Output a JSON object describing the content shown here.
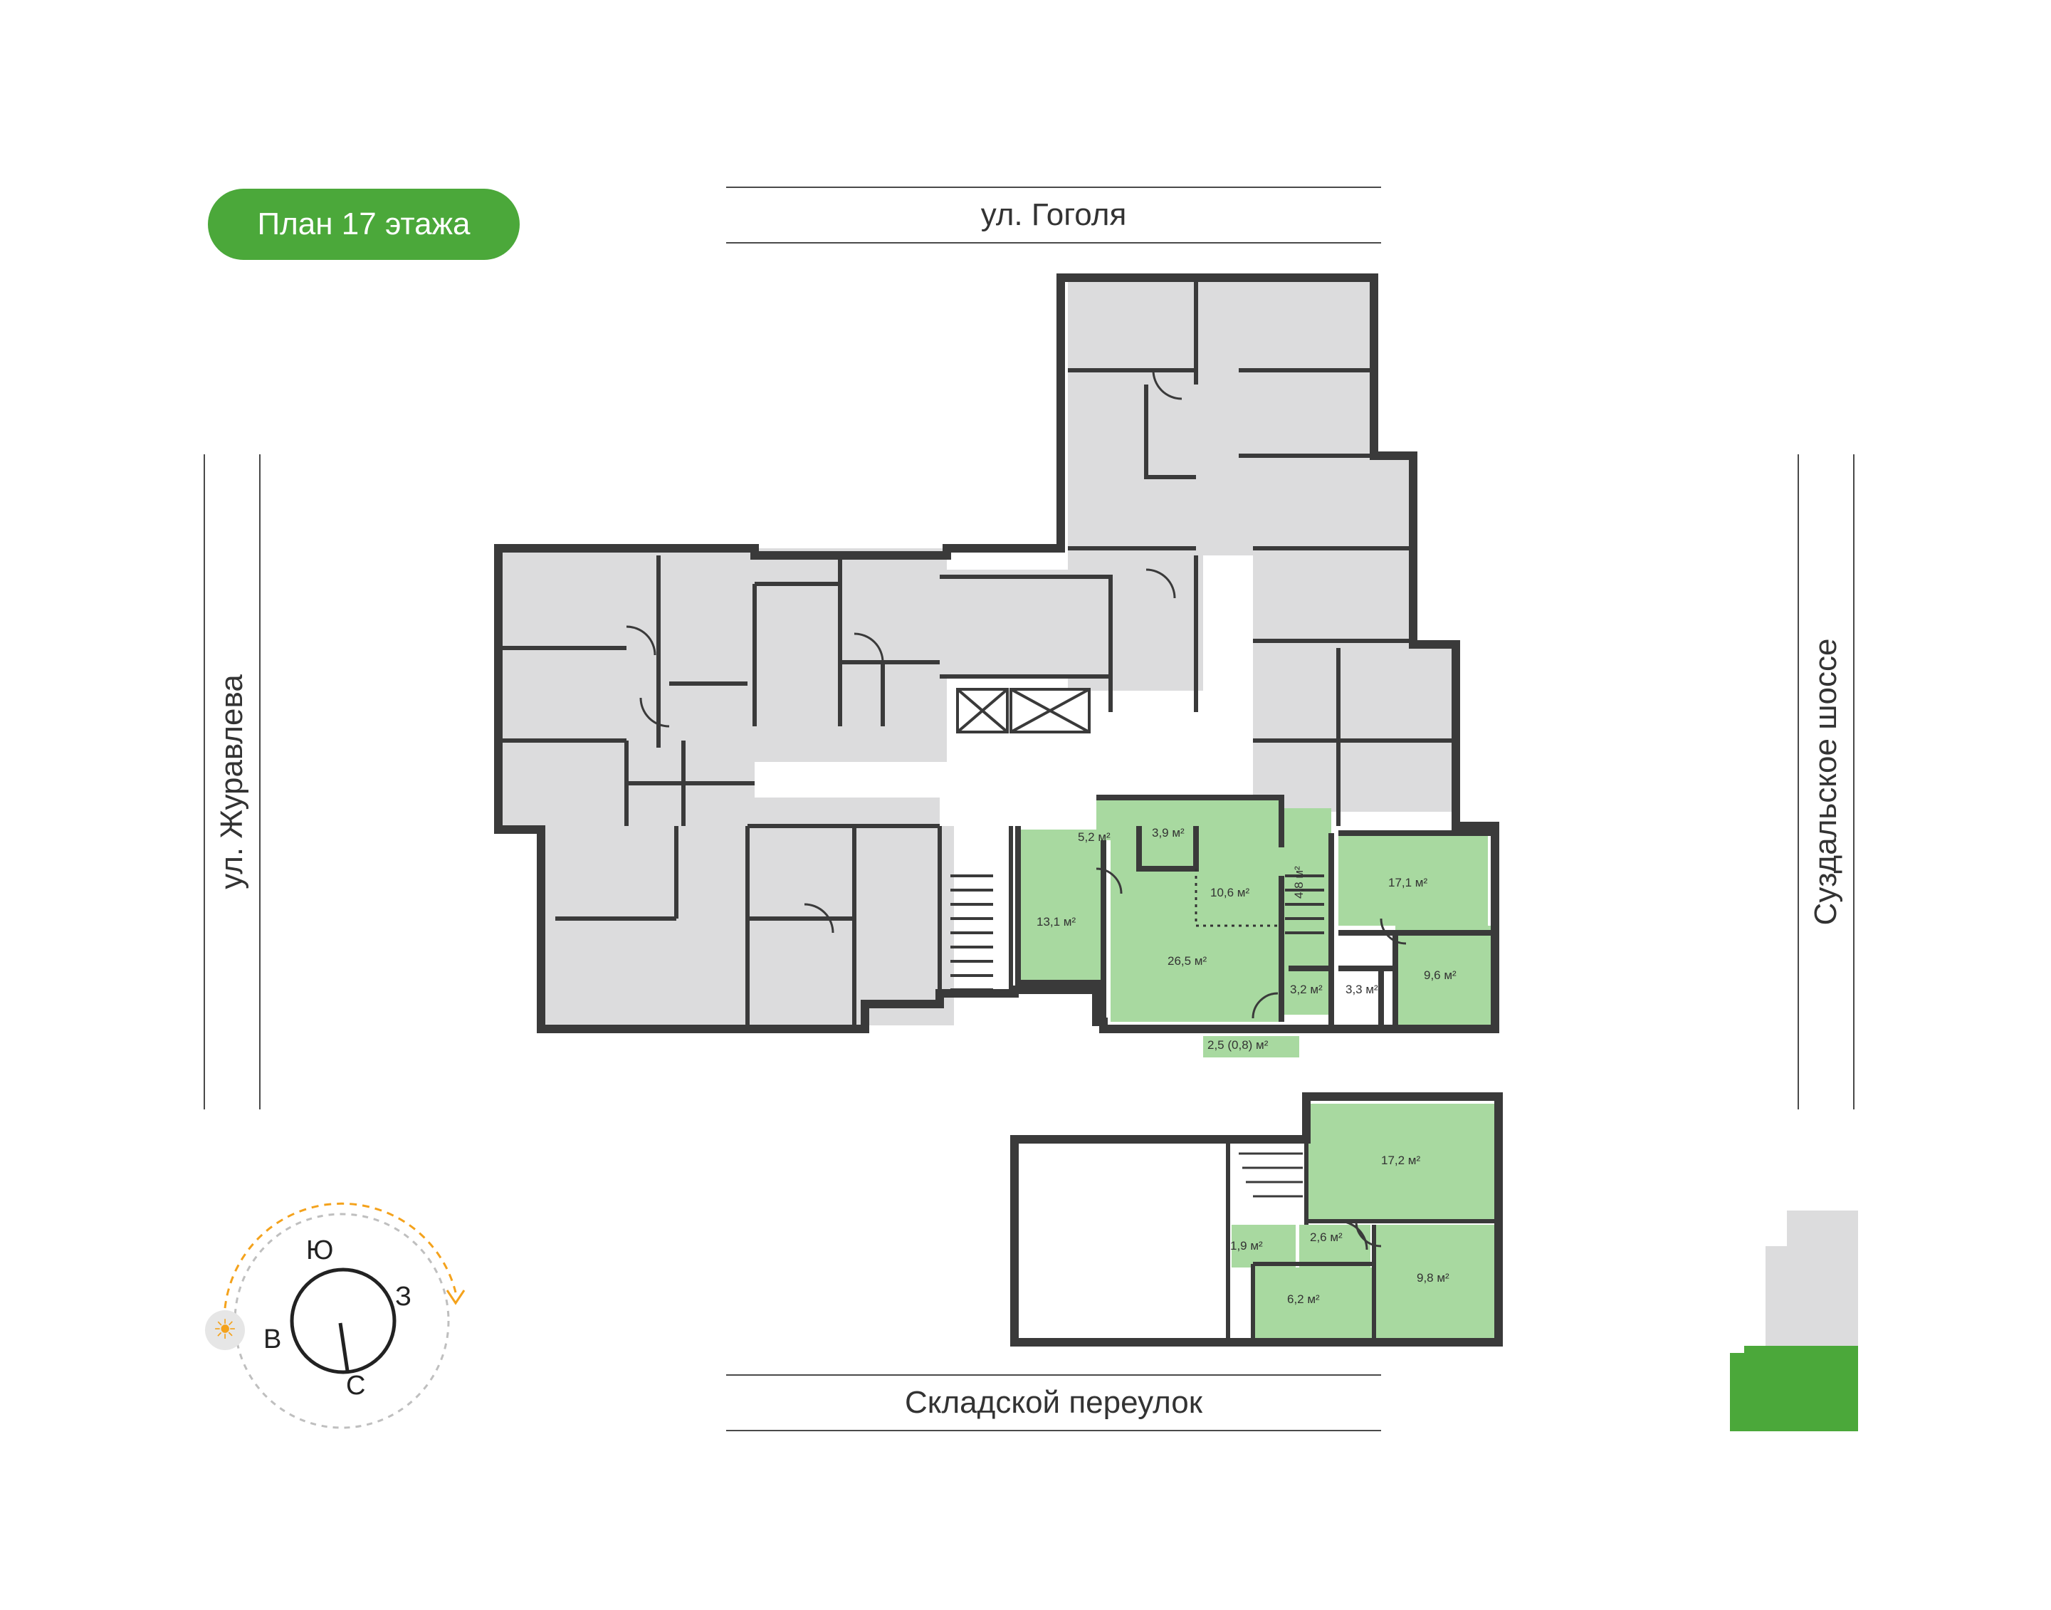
{
  "badge": {
    "label": "План 17 этажа",
    "color": "#4ba83a"
  },
  "streets": {
    "north": "ул. Гоголя",
    "south": "Складской переулок",
    "west": "ул. Журавлева",
    "east": "Суздальское шоссе"
  },
  "compass": {
    "south": "Ю",
    "west": "З",
    "east": "В",
    "north": "С",
    "sun_icon": "sun-icon",
    "sun_color": "#f4a21c"
  },
  "colors": {
    "available": "#a8d9a0",
    "unavailable": "#dcdcdd",
    "wall": "#3a3a3a",
    "accent": "#4ba83a"
  },
  "apartment_a": {
    "rooms": [
      "5,2 м²",
      "3,9 м²",
      "10,6 м²",
      "4,8 м²",
      "17,1 м²",
      "13,1 м²",
      "26,5 м²",
      "3,2 м²",
      "3,3 м²",
      "9,6 м²"
    ],
    "balcony": "2,5 (0,8) м²"
  },
  "apartment_b": {
    "rooms": [
      "17,2 м²",
      "1,9 м²",
      "2,6 м²",
      "6,2 м²",
      "9,8 м²"
    ]
  }
}
